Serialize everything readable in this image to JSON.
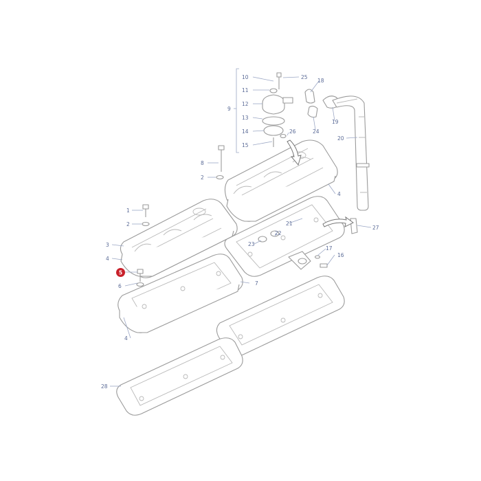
{
  "diagram": {
    "highlighted_part": "5",
    "highlight_color": "#c8202a",
    "callouts": [
      "1",
      "2",
      "2",
      "3",
      "4",
      "4",
      "4",
      "6",
      "7",
      "8",
      "9",
      "10",
      "11",
      "12",
      "13",
      "14",
      "15",
      "16",
      "17",
      "18",
      "19",
      "20",
      "21",
      "22",
      "23",
      "24",
      "25",
      "26",
      "27",
      "28"
    ]
  }
}
